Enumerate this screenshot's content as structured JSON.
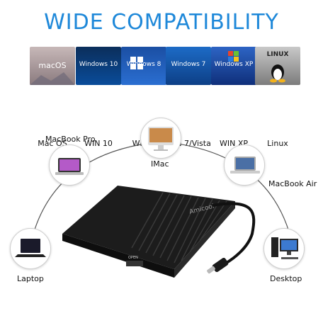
{
  "title": "WIDE COMPATIBILITY",
  "os": [
    {
      "label": "Mac OS",
      "tile_text": "macOS"
    },
    {
      "label": "WIN 10",
      "tile_text": "Windows 10"
    },
    {
      "label": "WIN 8",
      "tile_text": "Windows 8"
    },
    {
      "label": "WIN 7/Vista",
      "tile_text": "Windows 7"
    },
    {
      "label": "WIN XP",
      "tile_text": "Windows XP"
    },
    {
      "label": "Linux",
      "tile_text": "LINUX"
    }
  ],
  "devices": {
    "macbook_pro": "MacBook Pro",
    "imac": "IMac",
    "macbook_air": "MacBook Air",
    "laptop": "Laptop",
    "desktop": "Desktop"
  },
  "drive": {
    "brand": "Amicool",
    "button_text": "OPEN"
  },
  "colors": {
    "title": "#1e88d9",
    "drive": "#1c1c1c"
  }
}
